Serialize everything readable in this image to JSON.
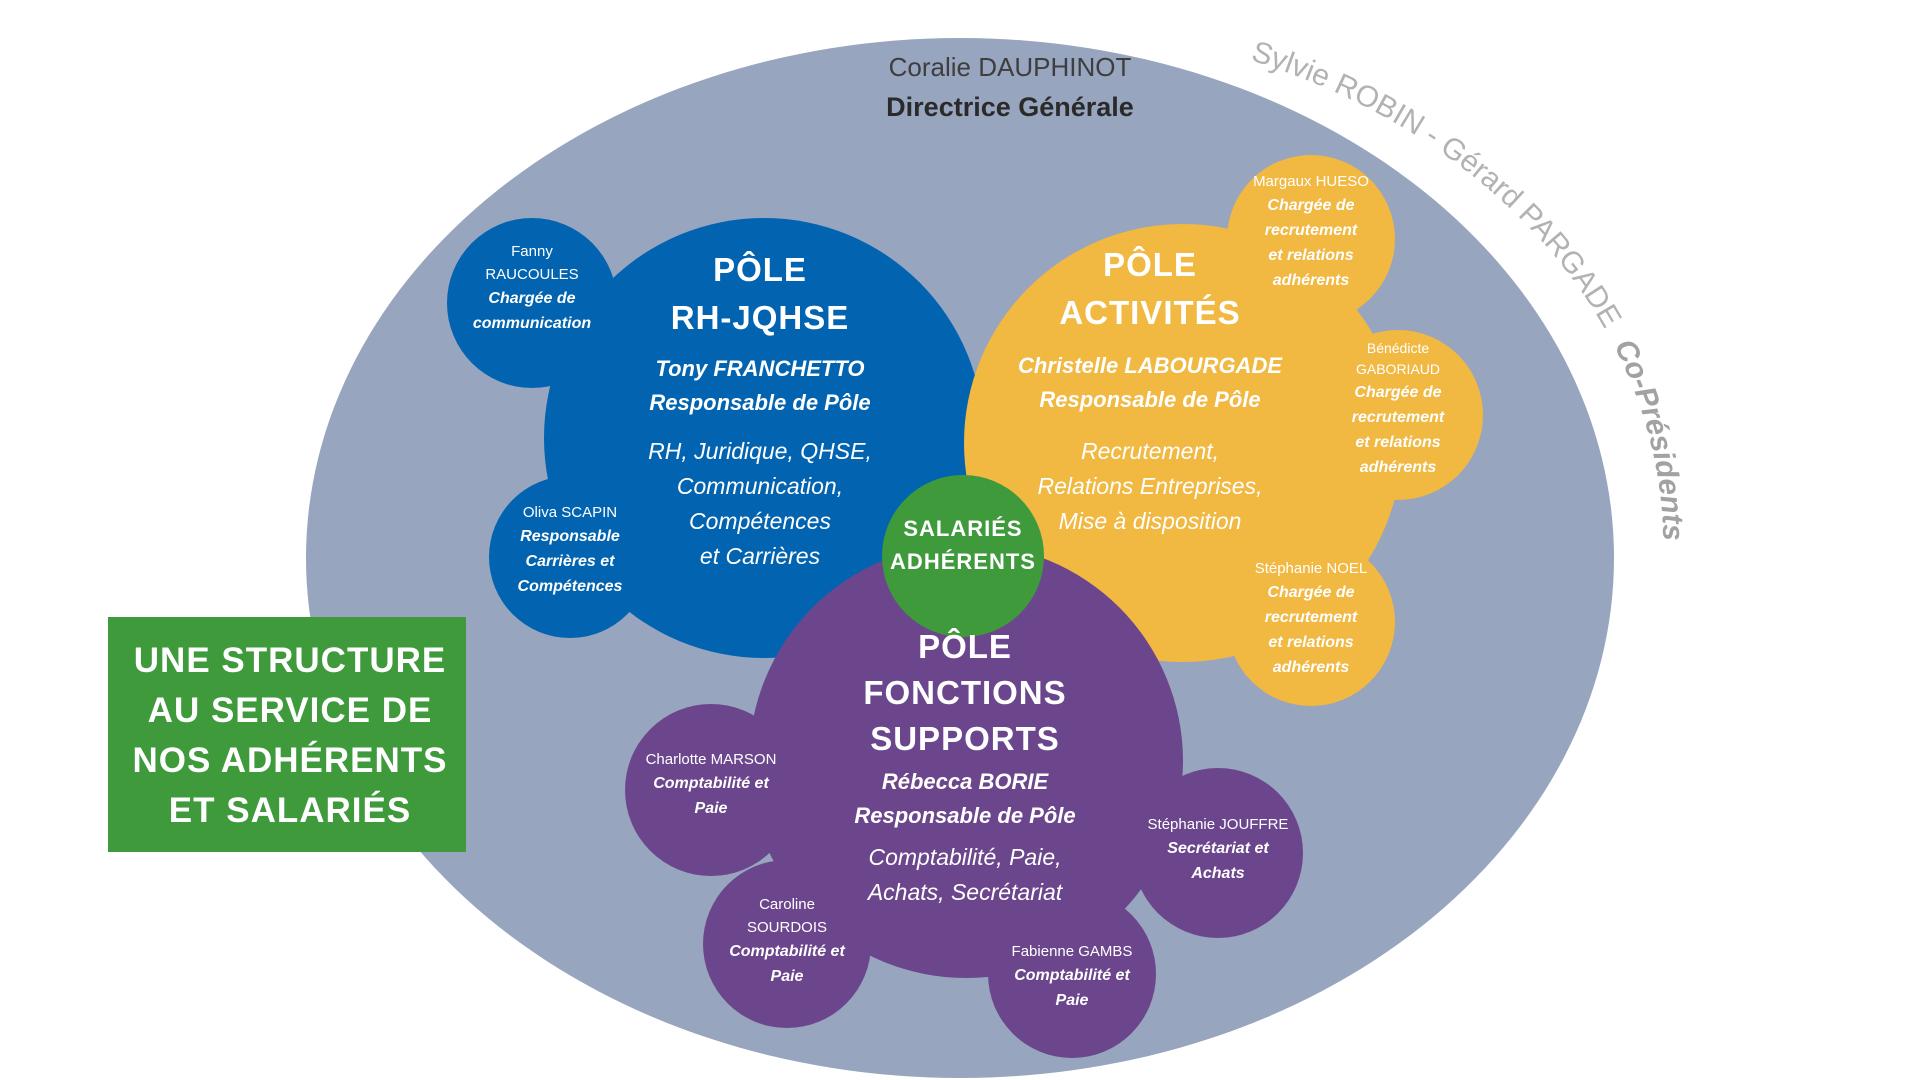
{
  "direction": {
    "name": "Coralie DAUPHINOT",
    "role": "Directrice Générale"
  },
  "copresidents": {
    "names": "Sylvie ROBIN - Gérard PARGADE",
    "role": "Co-Présidents"
  },
  "poles": {
    "rh": {
      "title_1": "PÔLE",
      "title_2": "RH-JQHSE",
      "lead_name": "Tony FRANCHETTO",
      "lead_role": "Responsable de Pôle",
      "desc_1": "RH, Juridique, QHSE,",
      "desc_2": "Communication,",
      "desc_3": "Compétences",
      "desc_4": "et Carrières"
    },
    "activites": {
      "title_1": "PÔLE",
      "title_2": "ACTIVITÉS",
      "lead_name": "Christelle LABOURGADE",
      "lead_role": "Responsable de Pôle",
      "desc_1": "Recrutement,",
      "desc_2": "Relations Entreprises,",
      "desc_3": "Mise à disposition"
    },
    "supports": {
      "title_1": "PÔLE",
      "title_2": "FONCTIONS",
      "title_3": "SUPPORTS",
      "lead_name": "Rébecca BORIE",
      "lead_role": "Responsable de Pôle",
      "desc_1": "Comptabilité, Paie,",
      "desc_2": "Achats, Secrétariat"
    }
  },
  "center": {
    "line_1": "SALARIÉS",
    "line_2": "ADHÉRENTS"
  },
  "staff": {
    "fanny": {
      "name_1": "Fanny",
      "name_2": "RAUCOULES",
      "role_1": "Chargée de",
      "role_2": "communication"
    },
    "oliva": {
      "name": "Oliva SCAPIN",
      "role_1": "Responsable",
      "role_2": "Carrières et",
      "role_3": "Compétences"
    },
    "margaux": {
      "name": "Margaux HUESO",
      "role_1": "Chargée de",
      "role_2": "recrutement",
      "role_3": "et relations",
      "role_4": "adhérents"
    },
    "benedicte": {
      "name_1": "Bénédicte",
      "name_2": "GABORIAUD",
      "role_1": "Chargée de",
      "role_2": "recrutement",
      "role_3": "et relations",
      "role_4": "adhérents"
    },
    "stephanie_n": {
      "name": "Stéphanie NOEL",
      "role_1": "Chargée de",
      "role_2": "recrutement",
      "role_3": "et relations",
      "role_4": "adhérents"
    },
    "charlotte": {
      "name": "Charlotte MARSON",
      "role_1": "Comptabilité et",
      "role_2": "Paie"
    },
    "caroline": {
      "name_1": "Caroline",
      "name_2": "SOURDOIS",
      "role_1": "Comptabilité et",
      "role_2": "Paie"
    },
    "fabienne": {
      "name": "Fabienne GAMBS",
      "role_1": "Comptabilité et",
      "role_2": "Paie"
    },
    "stephanie_j": {
      "name": "Stéphanie JOUFFRE",
      "role_1": "Secrétariat et",
      "role_2": "Achats"
    }
  },
  "banner": {
    "line_1": "UNE STRUCTURE",
    "line_2": "AU SERVICE DE",
    "line_3": "NOS ADHÉRENTS",
    "line_4": "ET SALARIÉS"
  },
  "colors": {
    "outer": "#97a5be",
    "rh": "#0264b0",
    "activites": "#f1b842",
    "supports": "#6c468c",
    "green": "#3f9a3c"
  }
}
